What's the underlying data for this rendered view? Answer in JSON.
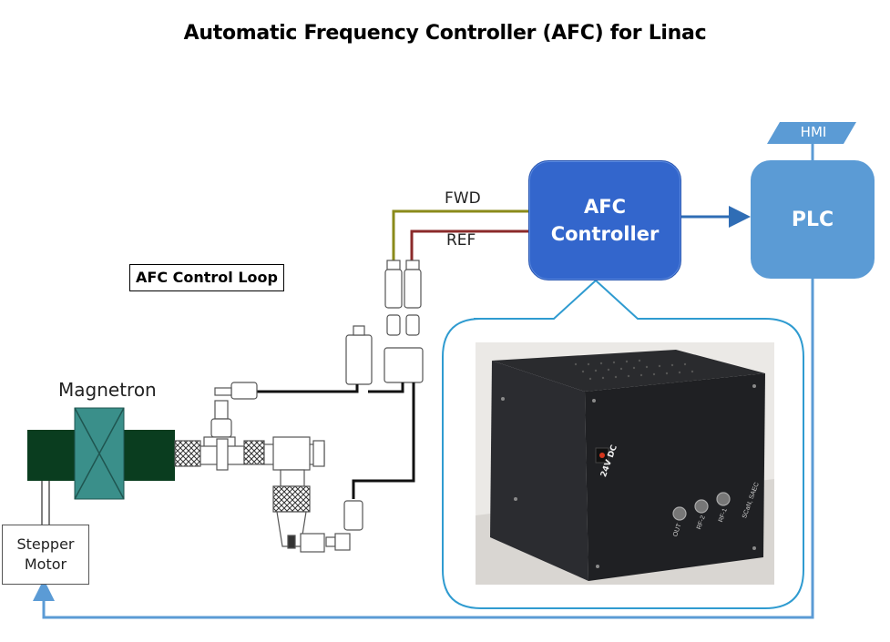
{
  "title": "Automatic Frequency Controller (AFC) for Linac",
  "nodes": {
    "afc": [
      "AFC",
      "Controller"
    ],
    "plc": "PLC",
    "hmi": "HMI",
    "magnetron": "Magnetron",
    "stepper": [
      "Stepper",
      "Motor"
    ],
    "loop_label": "AFC Control Loop"
  },
  "signals": {
    "fwd": "FWD",
    "ref": "REF"
  },
  "photo": {
    "power_label": "24V DC",
    "ports": [
      "OUT",
      "RF-2",
      "RF-1",
      "SCaN, SAEC"
    ]
  },
  "colors": {
    "afc_fill": "#3366cc",
    "plc_fill": "#5b9bd5",
    "magnetron_pole": "#0a3d1f",
    "magnetron_core": "#3a8f8a",
    "fwd_line": "#8a8a1a",
    "ref_line": "#8b2a2a",
    "feedback_line": "#5b9bd5",
    "callout_border": "#2f9bd0"
  }
}
